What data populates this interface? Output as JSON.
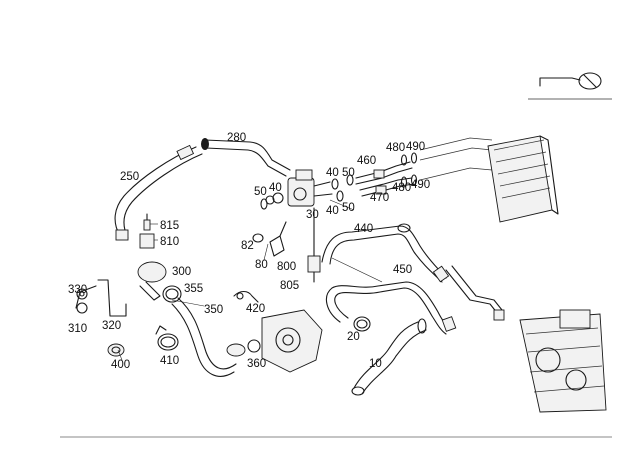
{
  "diagram": {
    "callouts": [
      "280",
      "250",
      "815",
      "810",
      "300",
      "330",
      "355",
      "310",
      "320",
      "350",
      "400",
      "410",
      "360",
      "420",
      "82",
      "80",
      "800",
      "805",
      "50",
      "40",
      "30",
      "50",
      "40",
      "460",
      "40",
      "50",
      "470",
      "480",
      "490",
      "480",
      "490",
      "440",
      "450",
      "20",
      "10"
    ]
  },
  "icons": {
    "view_symbol": "vehicle-orientation-icon"
  }
}
